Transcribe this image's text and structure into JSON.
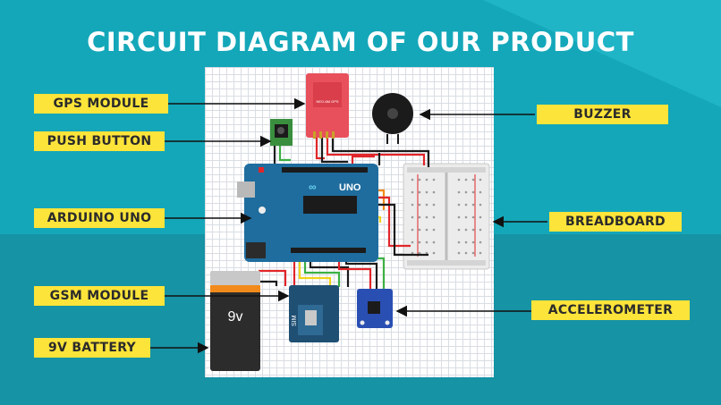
{
  "title": "CIRCUIT DIAGRAM OF OUR PRODUCT",
  "labels": {
    "gps_module": "GPS MODULE",
    "push_button": "PUSH BUTTON",
    "arduino_uno": "ARDUINO UNO",
    "gsm_module": "GSM MODULE",
    "battery": "9V BATTERY",
    "buzzer": "BUZZER",
    "breadboard": "BREADBOARD",
    "accelerometer": "ACCELEROMETER"
  },
  "component_text": {
    "battery_voltage": "9v",
    "arduino_model": "UNO",
    "gsm_sim": "SIM",
    "gps_board": "NEO-6M GPS"
  },
  "colors": {
    "label_bg": "#fce43a",
    "arduino_blue": "#1f6d9e",
    "gps_red": "#e8505b",
    "wire_red": "#e0262a",
    "wire_green": "#3cb043",
    "wire_orange": "#f28a1b",
    "wire_yellow": "#f2d21b"
  }
}
